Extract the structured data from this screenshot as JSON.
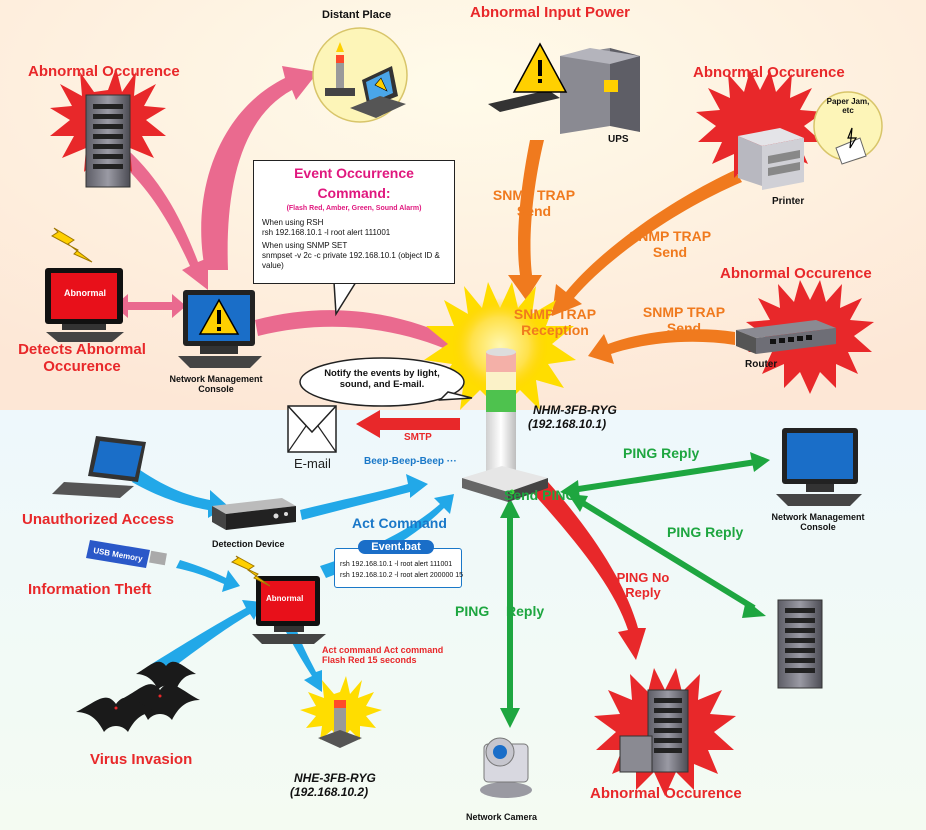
{
  "colors": {
    "alert_red": "#e8282a",
    "snmp_orange": "#f07a1e",
    "ping_green": "#1ea640",
    "act_blue": "#1a78c8",
    "manager_pink": "#ea6a8f",
    "smtp_red": "#e8282a"
  },
  "labels": {
    "distant_place": "Distant Place",
    "abnormal_input_power": "Abnormal Input Power",
    "abnormal_occurence": "Abnormal Occurence",
    "ups": "UPS",
    "printer": "Printer",
    "paper_jam": "Paper Jam, etc",
    "router": "Router",
    "detects_abnormal": "Detects Abnormal Occurence",
    "abnormal_screen": "Abnormal",
    "network_management_console": "Network Management Console",
    "snmp_trap_send": "SNMP TRAP Send",
    "snmp_trap_reception": "SNMP TRAP Reception",
    "notify_bubble": "Notify the events by light, sound, and E-mail.",
    "nhm_model": "NHM-3FB-RYG",
    "nhm_ip": "(192.168.10.1)",
    "smtp": "SMTP",
    "email": "E-mail",
    "beep": "Beep-Beep-Beep ···",
    "send_ping": "Send PING",
    "ping_reply": "PING Reply",
    "ping_reply_split_a": "PING",
    "ping_reply_split_b": "Reply",
    "ping_no_reply": "PING No Reply",
    "unauthorized_access": "Unauthorized Access",
    "detection_device": "Detection Device",
    "act_command": "Act Command",
    "usb_memory": "USB Memory",
    "information_theft": "Information Theft",
    "act_command_flash": "Act command Act command Flash Red 15 seconds",
    "virus_invasion": "Virus Invasion",
    "nhe_model": "NHE-3FB-RYG",
    "nhe_ip": "(192.168.10.2)",
    "network_camera": "Network Camera"
  },
  "event_box": {
    "title": "Event Occurrence",
    "subtitle": "Command:",
    "hint": "(Flash Red, Amber, Green, Sound Alarm)",
    "lines": [
      "When using RSH",
      "rsh 192.168.10.1 -l root alert 111001",
      "When using SNMP SET",
      "snmpset -v 2c -c private 192.168.10.1 (object ID & value)"
    ]
  },
  "event_bat": {
    "title": "Event.bat",
    "lines": [
      "rsh 192.168.10.1 -l root alert 111001",
      "rsh 192.168.10.2 -l root alert 200000 15"
    ]
  }
}
